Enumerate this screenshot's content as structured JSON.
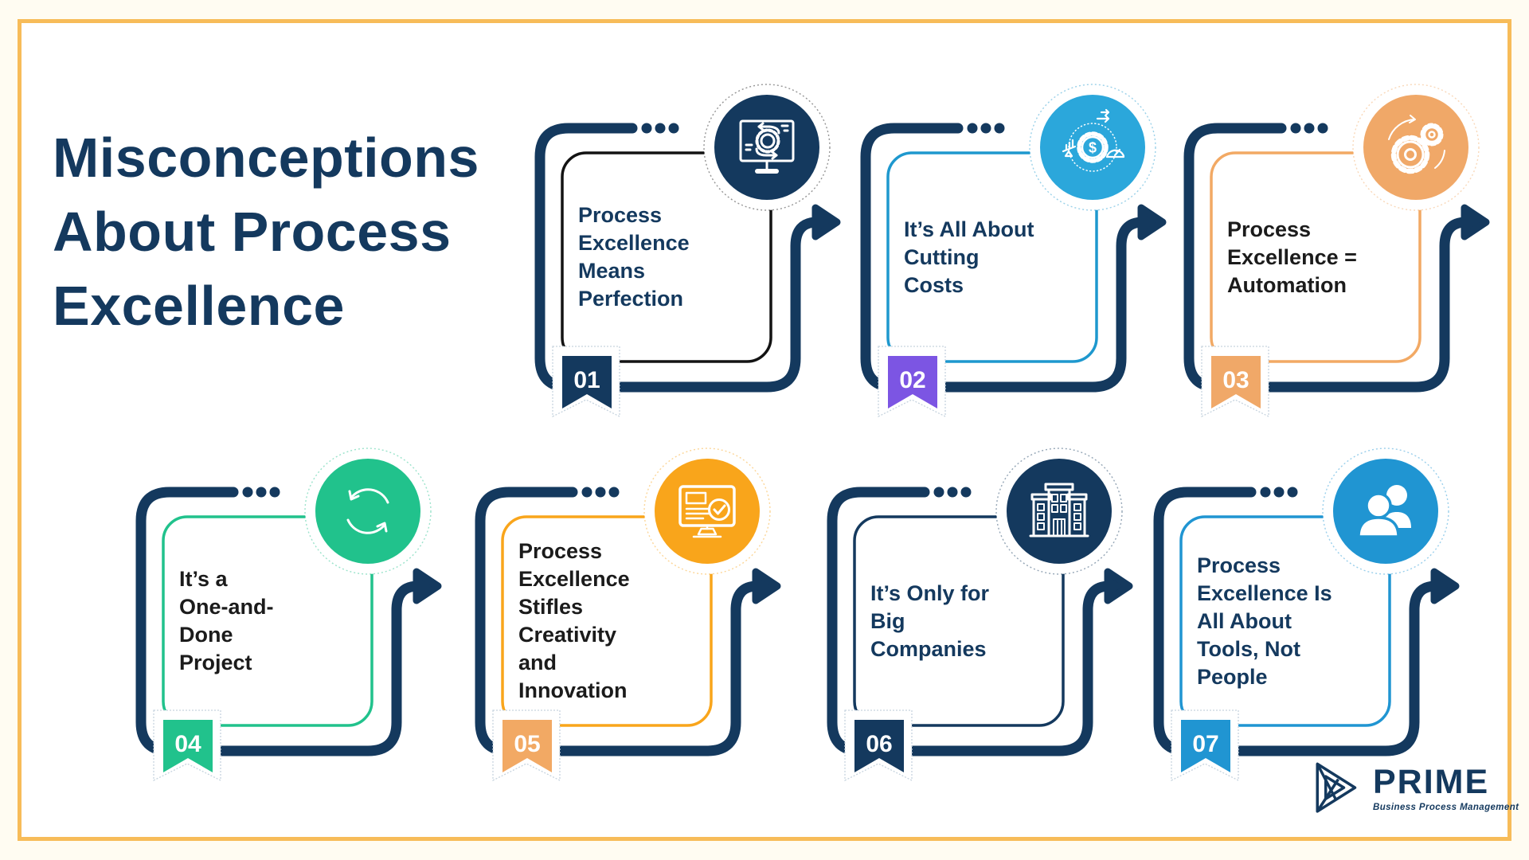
{
  "page": {
    "title": "Misconceptions\nAbout Process\nExcellence",
    "background_color": "#FFFCF2",
    "frame_color": "#F7BC59",
    "navy": "#14395E"
  },
  "cards": [
    {
      "number": "01",
      "title": "Process\nExcellence\nMeans\nPerfection",
      "icon": "process-monitor",
      "icon_bg": "#14395E",
      "border_color": "#131313",
      "badge_color": "#14395E",
      "text_color": "#14395E"
    },
    {
      "number": "02",
      "title": "It’s All About\nCutting\nCosts",
      "icon": "cost-gear",
      "icon_bg": "#2BA7DB",
      "border_color": "#1E98CE",
      "badge_color": "#7C55E3",
      "text_color": "#14395E"
    },
    {
      "number": "03",
      "title": "Process\nExcellence =\nAutomation",
      "icon": "automation-gears",
      "icon_bg": "#F0A868",
      "border_color": "#F2A964",
      "badge_color": "#F0A868",
      "text_color": "#1B1B1B"
    },
    {
      "number": "04",
      "title": "It’s a\nOne-and-\nDone\nProject",
      "icon": "refresh-cycle",
      "icon_bg": "#21C28C",
      "border_color": "#21C28C",
      "badge_color": "#21C28C",
      "text_color": "#1B1B1B"
    },
    {
      "number": "05",
      "title": "Process\nExcellence\nStifles\nCreativity\nand\nInnovation",
      "icon": "monitor-checklist",
      "icon_bg": "#F9A51B",
      "border_color": "#F9A51B",
      "badge_color": "#F2A964",
      "text_color": "#1B1B1B"
    },
    {
      "number": "06",
      "title": "It’s Only for\nBig\nCompanies",
      "icon": "office-building",
      "icon_bg": "#14395E",
      "border_color": "#14395E",
      "badge_color": "#14395E",
      "text_color": "#14395E"
    },
    {
      "number": "07",
      "title": "Process\nExcellence Is\nAll About\nTools, Not\nPeople",
      "icon": "people",
      "icon_bg": "#2095D2",
      "border_color": "#2095D2",
      "badge_color": "#2095D2",
      "text_color": "#14395E"
    }
  ],
  "logo": {
    "name": "PRIME",
    "tagline": "Business Process Management"
  }
}
